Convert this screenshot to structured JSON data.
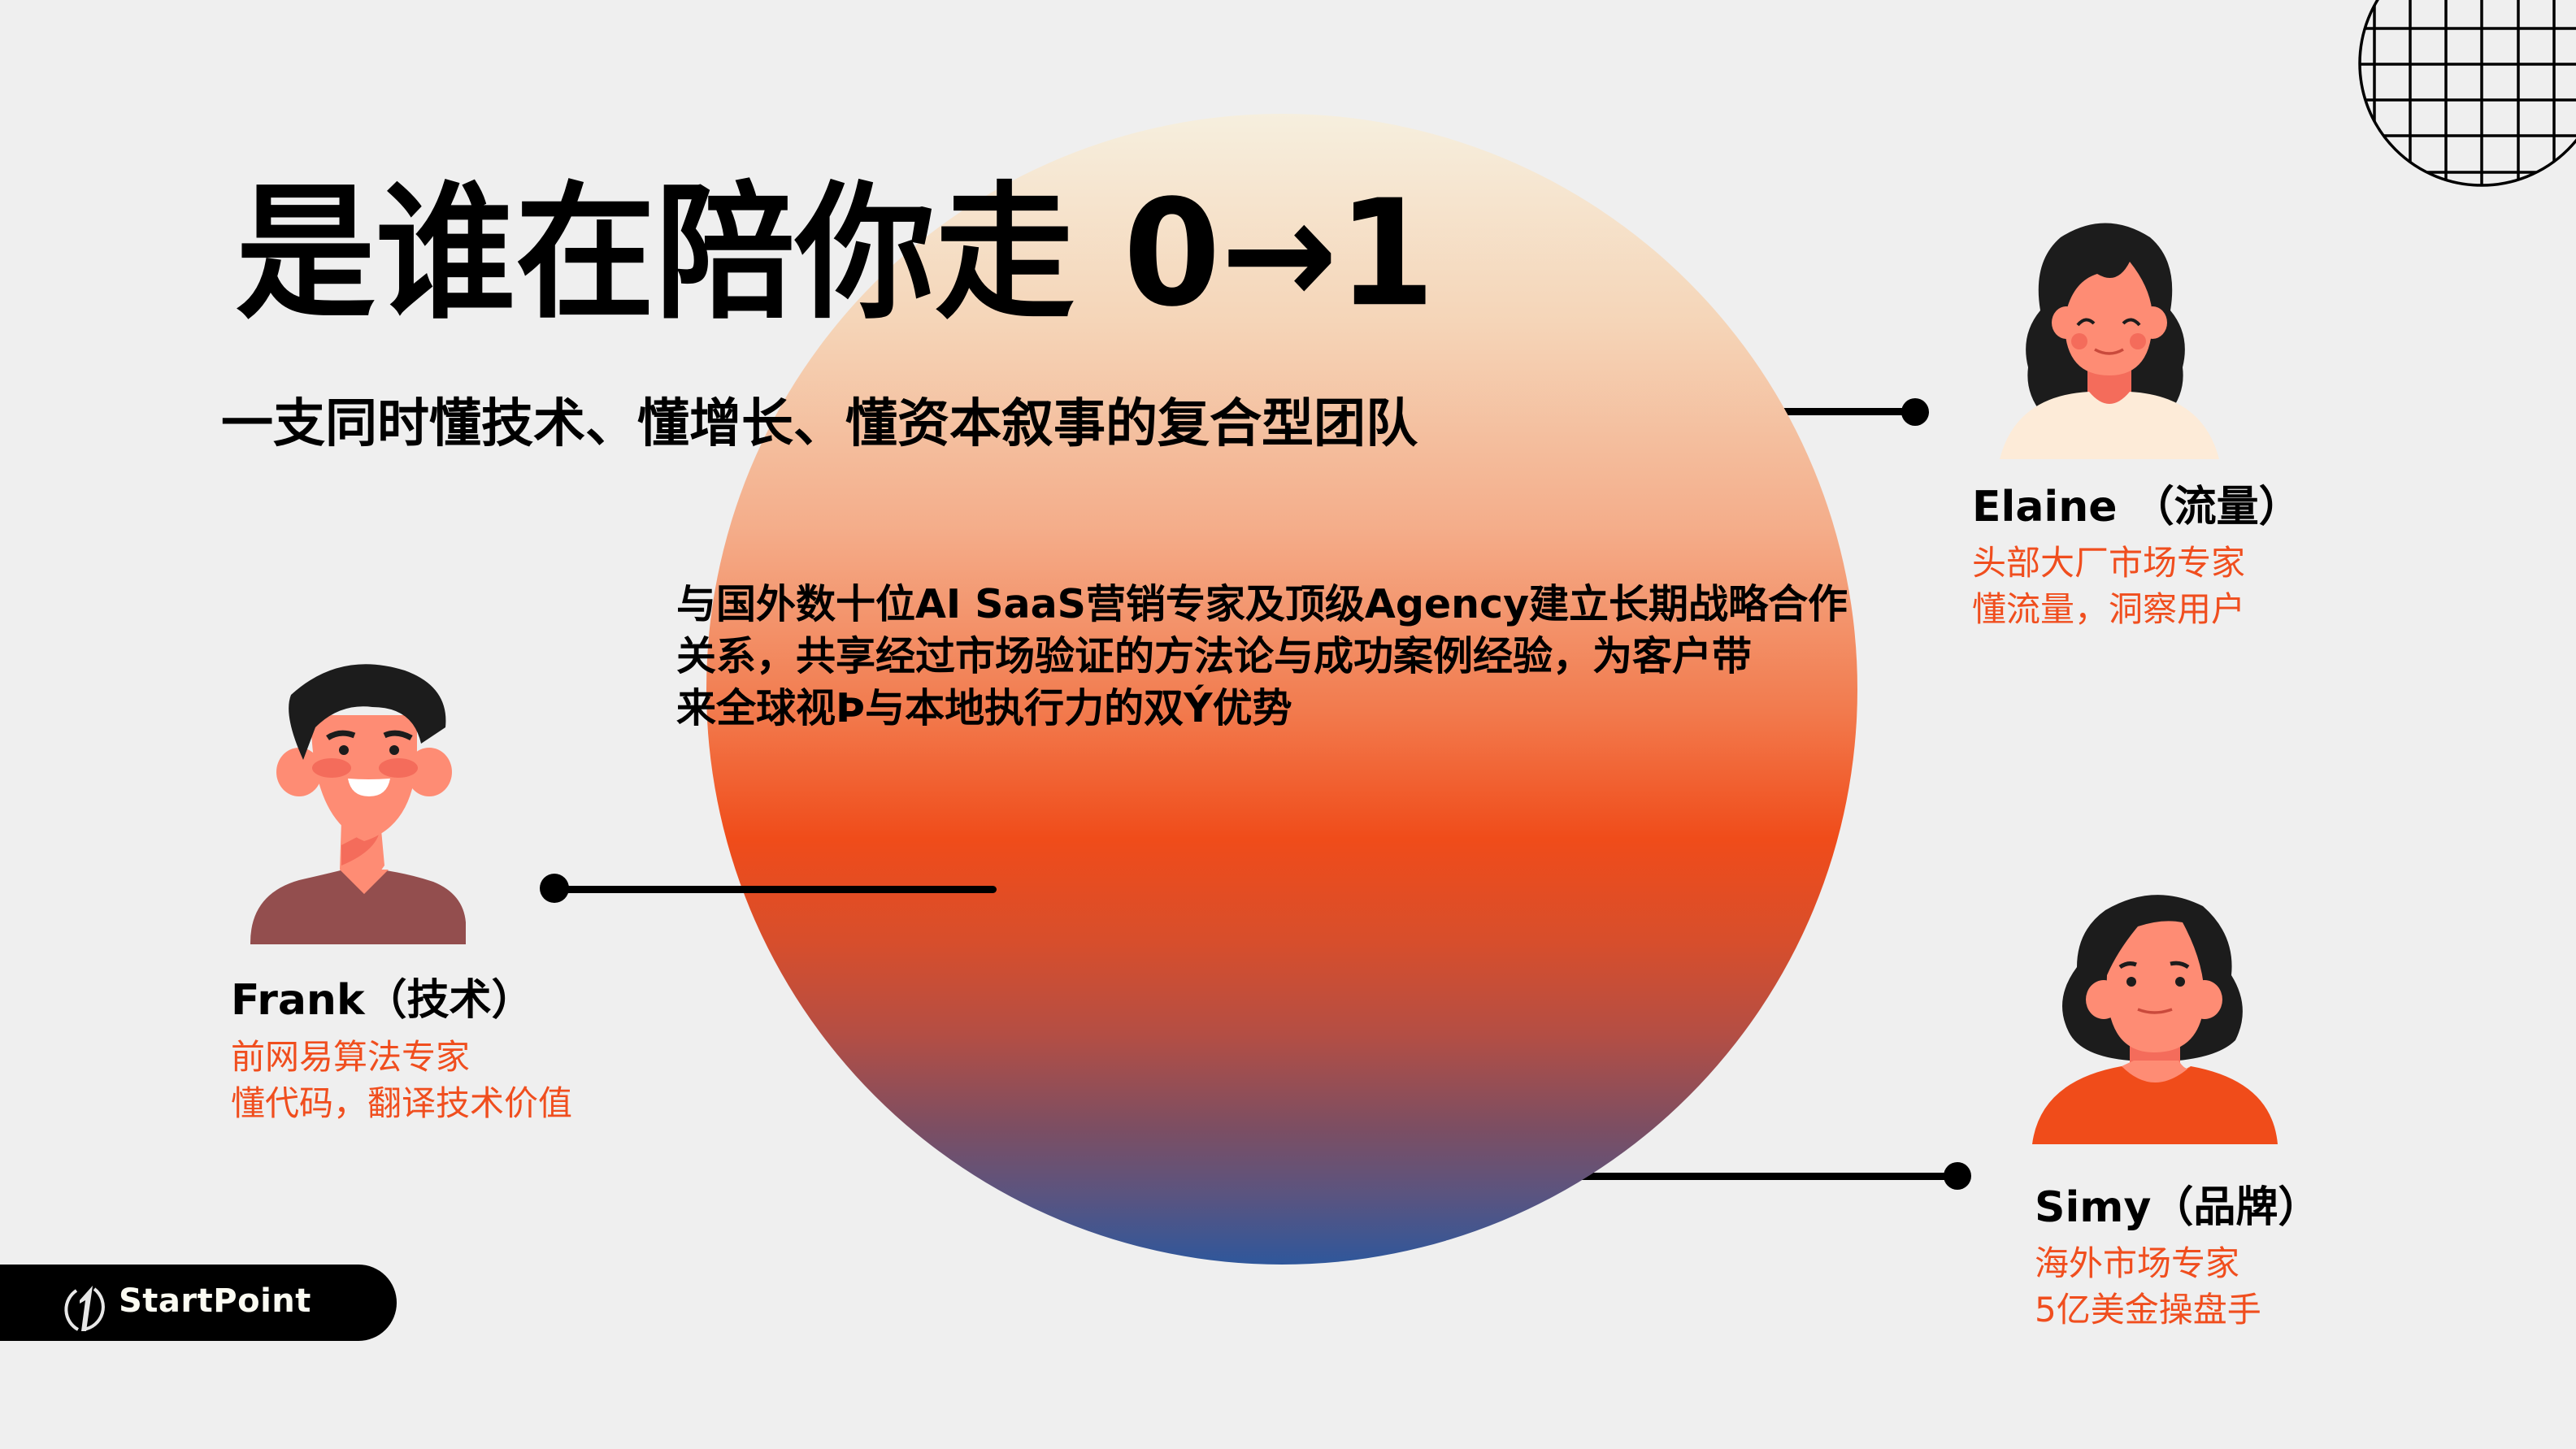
{
  "header": {
    "title": "是谁在陪你走 0→1",
    "subtitle": "一支同时懂技术、懂增长、懂资本叙事的复合型团队"
  },
  "body": {
    "lines": [
      "与国外数十位AI SaaS营销专家及顶级Agency建立长期战略合作",
      "关系，共享经过市场验证的方法论与成功案例经验，为客户带",
      "来全球视Þ与本地执行力的双Ý优势"
    ]
  },
  "team": {
    "elaine": {
      "name": "Elaine （流量）",
      "desc": [
        "头部大厂市场专家",
        "懂流量，洞察用户"
      ]
    },
    "frank": {
      "name": "Frank（技术）",
      "desc": [
        "前网易算法专家",
        "懂代码，翻译技术价值"
      ]
    },
    "simy": {
      "name": "Simy（品牌）",
      "desc": [
        "海外市场专家",
        "5亿美金操盘手"
      ]
    }
  },
  "logo": {
    "text": "StartPoint",
    "icon": "startpoint-logo-icon"
  },
  "colors": {
    "background": "#efefef",
    "accent_orange": "#f04e1e",
    "gradient_top": "#f6efde",
    "gradient_mid": "#f04c1a",
    "gradient_bottom": "#2f579b"
  }
}
